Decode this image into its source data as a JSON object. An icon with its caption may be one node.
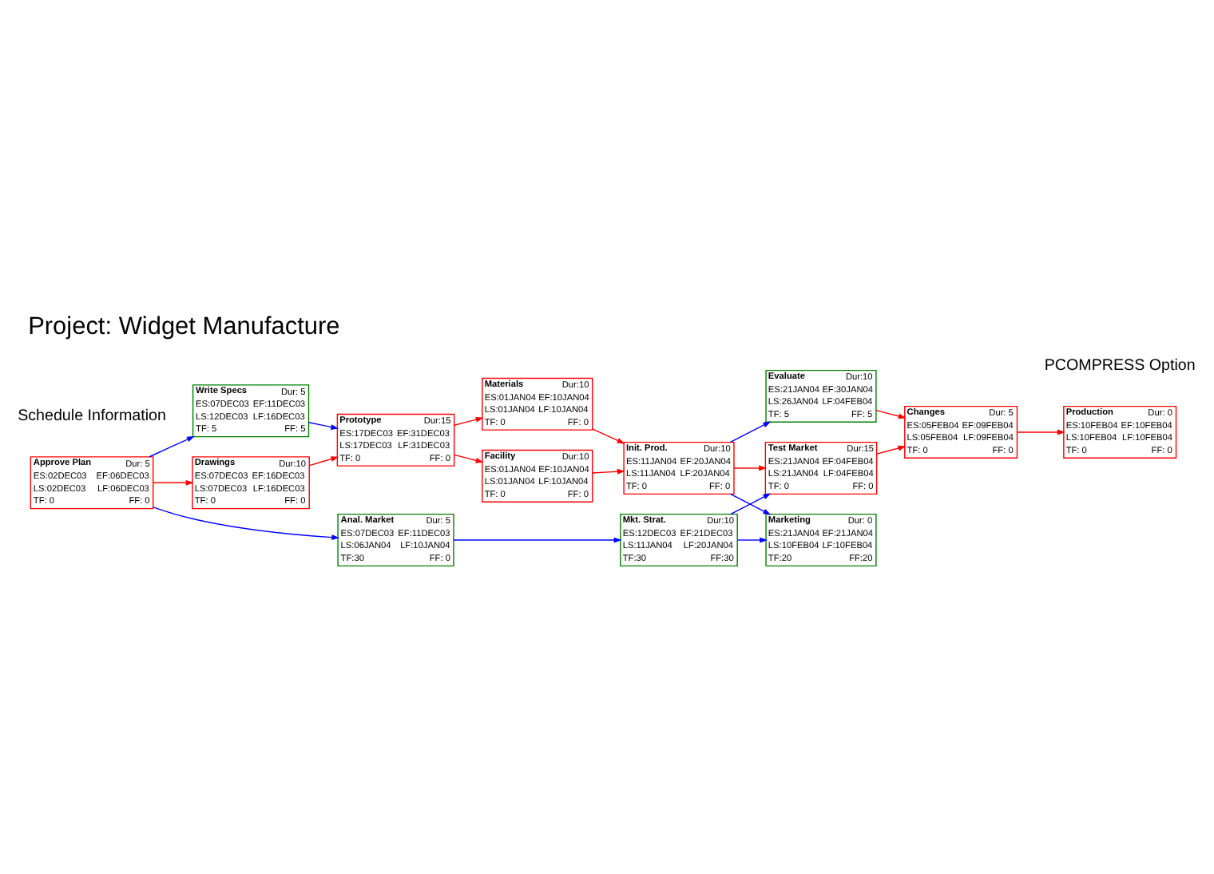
{
  "diagram": {
    "title": "Project: Widget Manufacture",
    "nodes": [
      {
        "text": [
          "Approve Plan",
          "Dur: 5",
          "ES:02DEC03",
          "EF:06DEC03",
          "LS:02DEC03",
          "LF:06DEC03",
          "TF: 0",
          "FF: 0"
        ]
      },
      {
        "text": [
          "Drawings",
          "Dur:10",
          "ES:07DEC03",
          "EF:16DEC03",
          "LS:07DEC03",
          "LF:16DEC03",
          "TF: 0",
          "FF: 0"
        ]
      },
      {
        "text": [
          "Write Specs",
          "Dur: 5",
          "ES:07DEC03",
          "EF:11DEC03",
          "LS:12DEC03",
          "LF:16DEC03",
          "TF: 5",
          "FF: 5"
        ]
      },
      {
        "text": [
          "Anal. Market",
          "Dur: 5",
          "ES:07DEC03",
          "EF:11DEC03",
          "LS:06JAN04",
          "LF:10JAN04",
          "TF:30",
          "FF: 0"
        ]
      },
      {
        "text": [
          "Prototype",
          "Dur:15",
          "ES:17DEC03",
          "EF:31DEC03",
          "LS:17DEC03",
          "LF:31DEC03",
          "TF: 0",
          "FF: 0"
        ]
      },
      {
        "text": [
          "Mkt. Strat.",
          "Dur:10",
          "ES:12DEC03",
          "EF:21DEC03",
          "LS:11JAN04",
          "LF:20JAN04",
          "TF:30",
          "FF:30"
        ]
      },
      {
        "text": [
          "Materials",
          "Dur:10",
          "ES:01JAN04",
          "EF:10JAN04",
          "LS:01JAN04",
          "LF:10JAN04",
          "TF: 0",
          "FF: 0"
        ]
      },
      {
        "text": [
          "Facility",
          "Dur:10",
          "ES:01JAN04",
          "EF:10JAN04",
          "LS:01JAN04",
          "LF:10JAN04",
          "TF: 0",
          "FF: 0"
        ]
      },
      {
        "text": [
          "Init. Prod.",
          "Dur:10",
          "ES:11JAN04",
          "EF:20JAN04",
          "LS:11JAN04",
          "LF:20JAN04",
          "TF: 0",
          "FF: 0"
        ]
      },
      {
        "text": [
          "Test Market",
          "Dur:15",
          "ES:21JAN04",
          "EF:04FEB04",
          "LS:21JAN04",
          "LF:04FEB04",
          "TF: 0",
          "FF: 0"
        ]
      },
      {
        "text": [
          "Evaluate",
          "Dur:10",
          "ES:21JAN04",
          "EF:30JAN04",
          "LS:26JAN04",
          "LF:04FEB04",
          "TF: 5",
          "FF: 5"
        ]
      },
      {
        "text": [
          "Marketing",
          "Dur: 0",
          "ES:21JAN04",
          "EF:21JAN04",
          "LS:10FEB04",
          "LF:10FEB04",
          "TF:20",
          "FF:20"
        ]
      },
      {
        "text": [
          "Changes",
          "Dur: 5",
          "ES:05FEB04",
          "EF:09FEB04",
          "LS:05FEB04",
          "LF:09FEB04",
          "TF: 0",
          "FF: 0"
        ]
      },
      {
        "text": [
          "Production",
          "Dur: 0",
          "ES:10FEB04",
          "EF:10FEB04",
          "LS:10FEB04",
          "LF:10FEB04",
          "TF: 0",
          "FF: 0"
        ]
      }
    ],
    "edges": [
      {
        "from": 0,
        "to": 1,
        "arrow": "to",
        "color": "#ff0000"
      },
      {
        "from": 0,
        "to": 2,
        "arrow": "to",
        "color": "#0000ff"
      },
      {
        "from": 0,
        "to": 3,
        "arrow": "to",
        "color": "#0000ff"
      },
      {
        "from": 1,
        "to": 4,
        "arrow": "to",
        "color": "#ff0000"
      },
      {
        "from": 2,
        "to": 4,
        "arrow": "to",
        "color": "#0000ff"
      },
      {
        "from": 3,
        "to": 5,
        "arrow": "to",
        "color": "#0000ff"
      },
      {
        "from": 4,
        "to": 6,
        "arrow": "to",
        "color": "#ff0000"
      },
      {
        "from": 4,
        "to": 7,
        "arrow": "to",
        "color": "#ff0000"
      },
      {
        "from": 5,
        "to": 9,
        "arrow": "to",
        "color": "#0000ff"
      },
      {
        "from": 5,
        "to": 11,
        "arrow": "to",
        "color": "#0000ff"
      },
      {
        "from": 6,
        "to": 8,
        "arrow": "to",
        "color": "#ff0000"
      },
      {
        "from": 7,
        "to": 8,
        "arrow": "to",
        "color": "#ff0000"
      },
      {
        "from": 8,
        "to": 9,
        "arrow": "to",
        "color": "#ff0000"
      },
      {
        "from": 8,
        "to": 10,
        "arrow": "to",
        "color": "#0000ff"
      },
      {
        "from": 8,
        "to": 11,
        "arrow": "to",
        "color": "#0000ff"
      },
      {
        "from": 9,
        "to": 12,
        "arrow": "to",
        "color": "#ff0000"
      },
      {
        "from": 10,
        "to": 12,
        "arrow": "to",
        "color": "#ff0000"
      },
      {
        "from": 12,
        "to": 13,
        "arrow": "to",
        "color": "#ff0000"
      }
    ],
    "labels": [
      "Schedule Information",
      "PCOMPRESS Option"
    ]
  }
}
